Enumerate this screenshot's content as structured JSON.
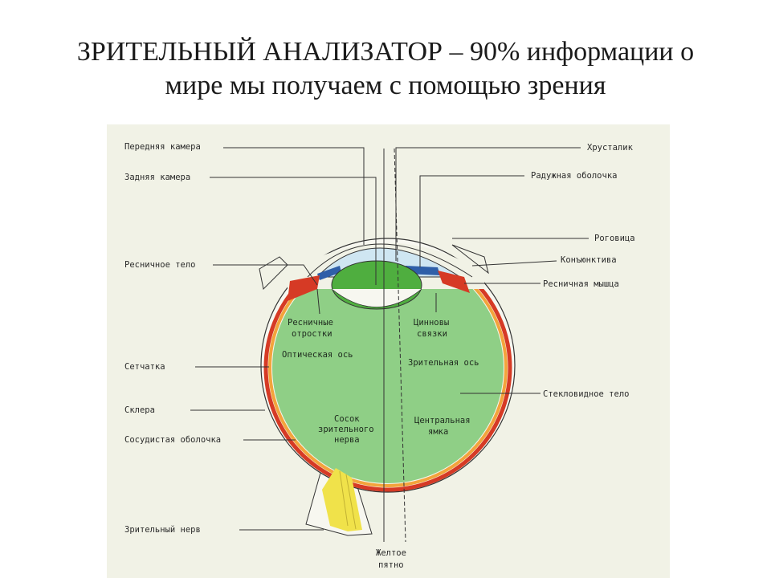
{
  "title": {
    "line1": "ЗРИТЕЛЬНЫЙ АНАЛИЗАТОР – 90% информации о",
    "line2": "мире мы получаем с помощью зрения"
  },
  "labels": {
    "perednyaya_kamera": "Передняя камера",
    "zadnyaya_kamera": "Задняя камера",
    "resnichnoe_telo": "Ресничное тело",
    "setchatka": "Сетчатка",
    "sklera": "Склера",
    "sosudistaya": "Сосудистая оболочка",
    "zritelny_nerv": "Зрительный нерв",
    "khrustalik": "Хрусталик",
    "raduzhnaya": "Радужная оболочка",
    "rogovitsa": "Роговица",
    "konyunktiva": "Конъюнктива",
    "resnichnaya_myshtsa": "Ресничная мышца",
    "steklovidnoe": "Стекловидное тело",
    "resnichnye_1": "Ресничные",
    "resnichnye_2": "отростки",
    "tsinnovy_1": "Цинновы",
    "tsinnovy_2": "связки",
    "opticheskaya_os": "Оптическая ось",
    "zritelnaya_os": "Зрительная ось",
    "sosok_1": "Сосок",
    "sosok_2": "зрительного",
    "sosok_3": "нерва",
    "yamka_1": "Центральная",
    "yamka_2": "ямка",
    "zheltoe_1": "Желтое",
    "zheltoe_2": "пятно"
  },
  "colors": {
    "background": "#f1f2e6",
    "vitreous": "#8fcf86",
    "lens": "#4fae3f",
    "cornea": "#cfe6f2",
    "iris": "#2f5fa8",
    "choroid": "#d63a25",
    "retina": "#f3a43c",
    "nerve": "#f0e24a"
  }
}
